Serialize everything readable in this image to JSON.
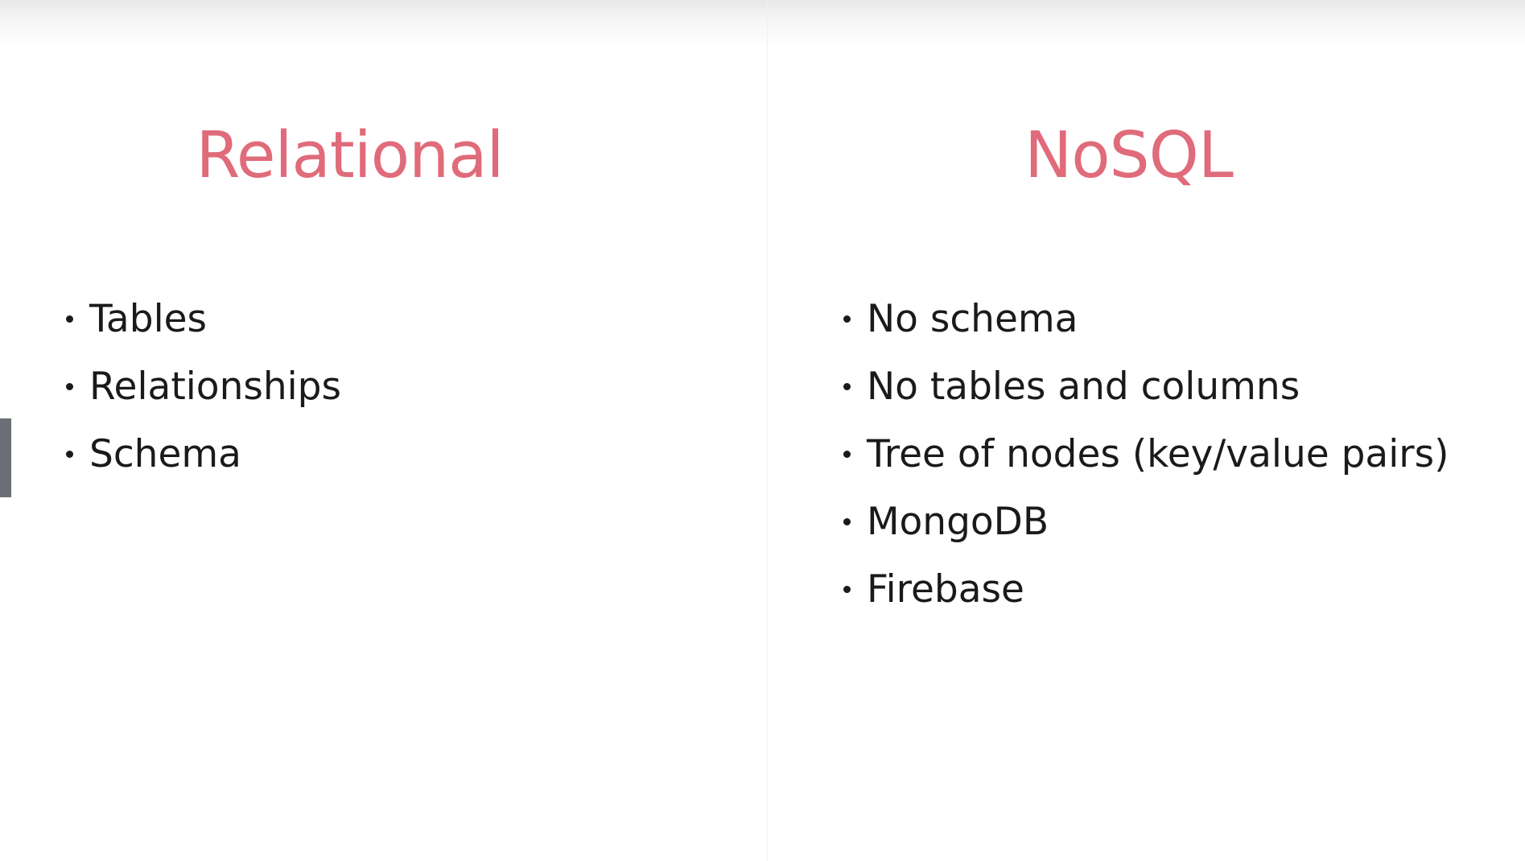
{
  "slide": {
    "left": {
      "title": "Relational",
      "items": [
        "Tables",
        "Relationships",
        "Schema"
      ]
    },
    "right": {
      "title": "NoSQL",
      "items": [
        "No schema",
        "No tables and columns",
        "Tree of nodes (key/value pairs)",
        "MongoDB",
        "Firebase"
      ]
    }
  },
  "colors": {
    "heading": "#e06b7a",
    "text": "#1a1a1a",
    "background": "#ffffff",
    "edge_handle": "#6b6f75"
  }
}
